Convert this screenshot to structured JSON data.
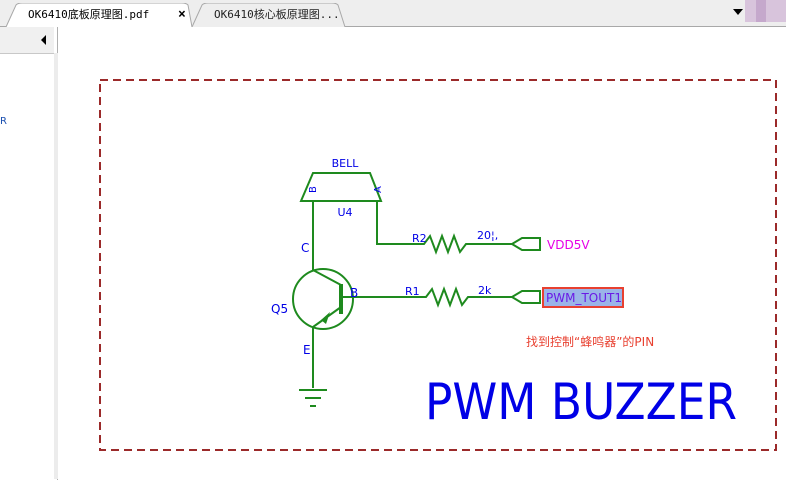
{
  "tabs": [
    {
      "label": "OK6410底板原理图.pdf",
      "active": true,
      "close_label": "×"
    },
    {
      "label": "OK6410核心板原理图...",
      "active": false
    }
  ],
  "sidebar": {
    "fragment_text": "R"
  },
  "schematic": {
    "bell": {
      "label": "BELL",
      "ref": "U4",
      "pin_b": "B",
      "pin_a": "A"
    },
    "transistor": {
      "ref": "Q5",
      "pin_c": "C",
      "pin_b": "B",
      "pin_e": "E"
    },
    "r2": {
      "ref": "R2",
      "value": "20¦,"
    },
    "r1": {
      "ref": "R1",
      "value": "2k"
    },
    "net_vdd": "VDD5V",
    "net_pwm": "PWM_TOUT1",
    "annotation": "找到控制“蜂鸣器”的PIN",
    "title": "PWM BUZZER",
    "colors": {
      "wire": "#1e8a1e",
      "label": "#0000e6",
      "net_power": "#e600e6",
      "annotation": "#e84030",
      "border": "#9b2a2a",
      "highlight_box": "#e84030",
      "highlight_fill": "#9ab4e8"
    }
  }
}
